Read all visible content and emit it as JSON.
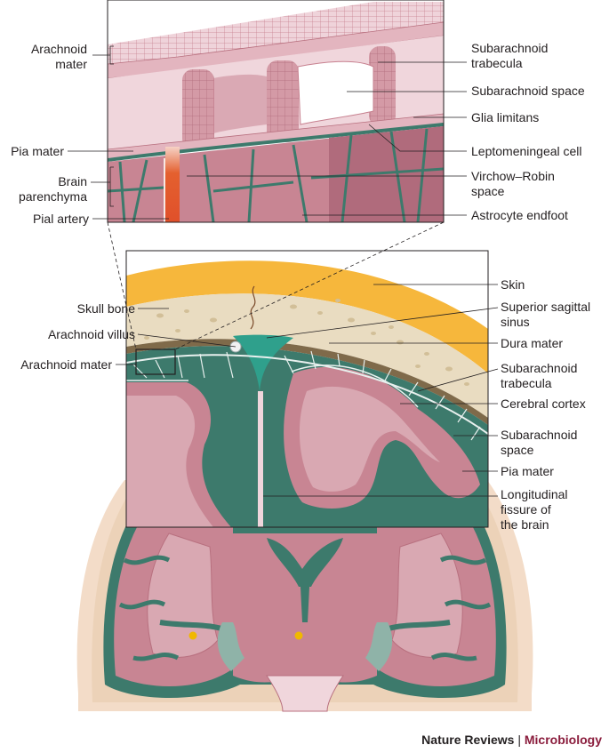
{
  "labels": {
    "arachnoid_mater_top": [
      "Arachnoid",
      "mater"
    ],
    "pia_mater_top": [
      "Pia mater"
    ],
    "brain_parenchyma": [
      "Brain",
      "parenchyma"
    ],
    "pial_artery": [
      "Pial artery"
    ],
    "subarachnoid_trabecula_top": [
      "Subarachnoid",
      "trabecula"
    ],
    "subarachnoid_space_top": [
      "Subarachnoid space"
    ],
    "glia_limitans": [
      "Glia limitans"
    ],
    "leptomeningeal_cell": [
      "Leptomeningeal cell"
    ],
    "virchow_robin_space": [
      "Virchow–Robin",
      "space"
    ],
    "astrocyte_endfoot": [
      "Astrocyte endfoot"
    ],
    "skull_bone": [
      "Skull bone"
    ],
    "arachnoid_villus": [
      "Arachnoid villus"
    ],
    "arachnoid_mater_mid": [
      "Arachnoid mater"
    ],
    "skin": [
      "Skin"
    ],
    "superior_sagittal_sinus": [
      "Superior sagittal",
      "sinus"
    ],
    "dura_mater": [
      "Dura mater"
    ],
    "subarachnoid_trabecula_mid": [
      "Subarachnoid",
      "trabecula"
    ],
    "cerebral_cortex": [
      "Cerebral cortex"
    ],
    "subarachnoid_space_mid": [
      "Subarachnoid",
      "space"
    ],
    "pia_mater_mid": [
      "Pia mater"
    ],
    "longitudinal_fissure": [
      "Longitudinal",
      "fissure of",
      "the brain"
    ]
  },
  "credit": {
    "journal": "Nature Reviews",
    "separator": "|",
    "subject": "Microbiology"
  },
  "colors": {
    "skin": "#f6b73c",
    "bone": "#e9dcc1",
    "bone_spots": "#d2bf98",
    "meninges_green": "#3d7a6c",
    "sinus_teal": "#2fa08c",
    "cortex_pink": "#c88593",
    "cortex_light": "#d9a8b2",
    "tissue_pale": "#f0d6dc",
    "cell_outline": "#b8707f",
    "artery_red": "#e0502a",
    "scalp_beige": "#f3dcc8"
  }
}
